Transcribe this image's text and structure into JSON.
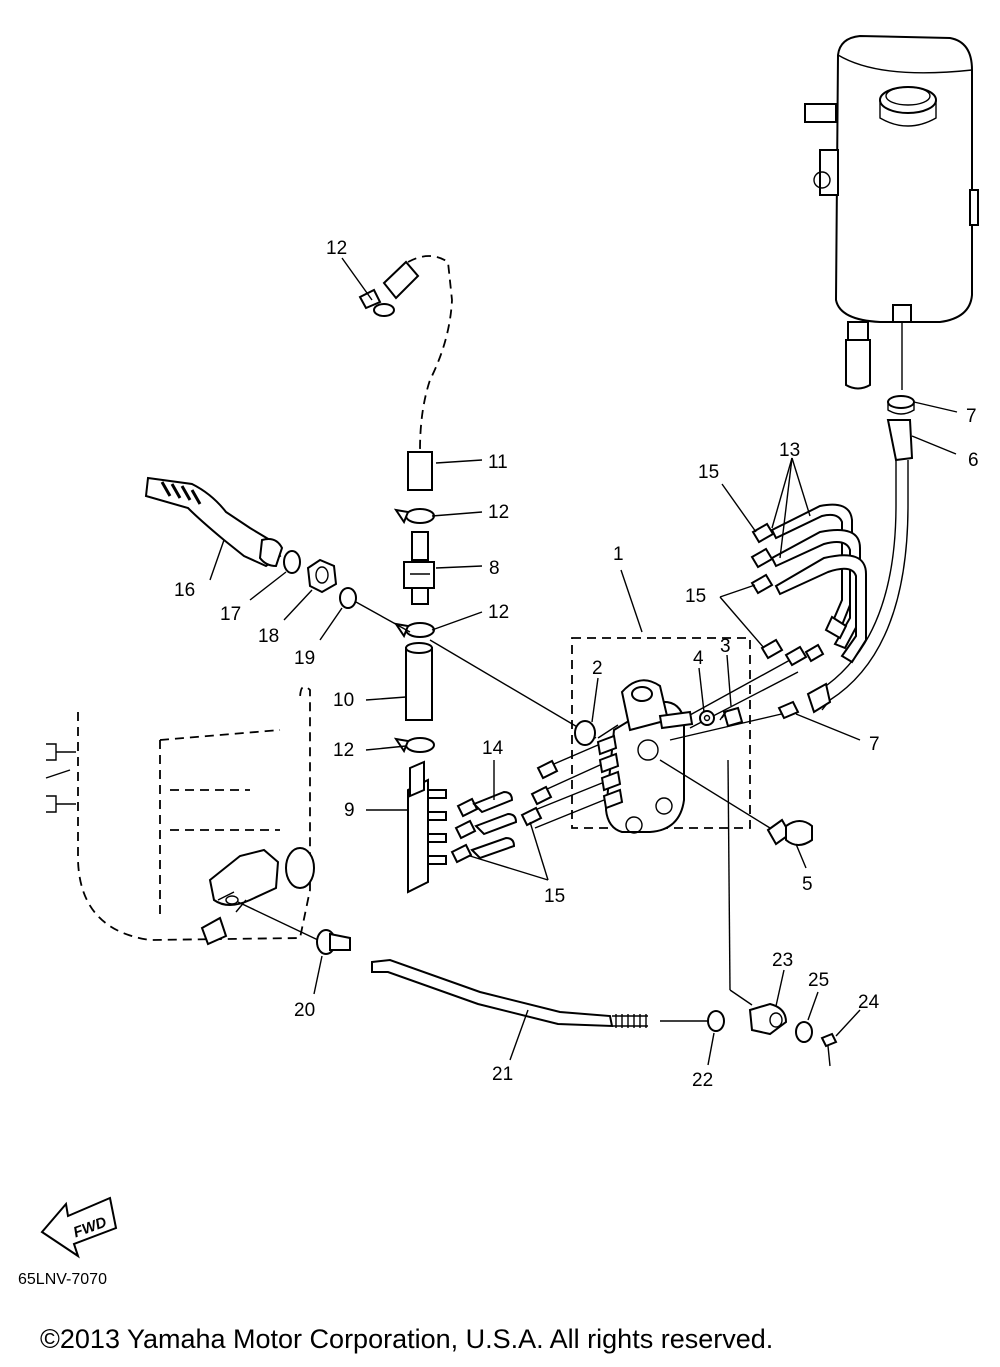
{
  "diagram": {
    "callouts": [
      {
        "id": "c1",
        "label": "1"
      },
      {
        "id": "c2",
        "label": "2"
      },
      {
        "id": "c3",
        "label": "3"
      },
      {
        "id": "c4",
        "label": "4"
      },
      {
        "id": "c5",
        "label": "5"
      },
      {
        "id": "c6",
        "label": "6"
      },
      {
        "id": "c7a",
        "label": "7"
      },
      {
        "id": "c7b",
        "label": "7"
      },
      {
        "id": "c8",
        "label": "8"
      },
      {
        "id": "c9",
        "label": "9"
      },
      {
        "id": "c10",
        "label": "10"
      },
      {
        "id": "c11",
        "label": "11"
      },
      {
        "id": "c12a",
        "label": "12"
      },
      {
        "id": "c12b",
        "label": "12"
      },
      {
        "id": "c12c",
        "label": "12"
      },
      {
        "id": "c12d",
        "label": "12"
      },
      {
        "id": "c13",
        "label": "13"
      },
      {
        "id": "c14",
        "label": "14"
      },
      {
        "id": "c15a",
        "label": "15"
      },
      {
        "id": "c15b",
        "label": "15"
      },
      {
        "id": "c15c",
        "label": "15"
      },
      {
        "id": "c16",
        "label": "16"
      },
      {
        "id": "c17",
        "label": "17"
      },
      {
        "id": "c18",
        "label": "18"
      },
      {
        "id": "c19",
        "label": "19"
      },
      {
        "id": "c20",
        "label": "20"
      },
      {
        "id": "c21",
        "label": "21"
      },
      {
        "id": "c22",
        "label": "22"
      },
      {
        "id": "c23",
        "label": "23"
      },
      {
        "id": "c24",
        "label": "24"
      },
      {
        "id": "c25",
        "label": "25"
      }
    ],
    "fwd_label": "FWD",
    "diagram_code": "65LNV-7070",
    "copyright": "©2013 Yamaha Motor Corporation, U.S.A. All rights reserved."
  }
}
